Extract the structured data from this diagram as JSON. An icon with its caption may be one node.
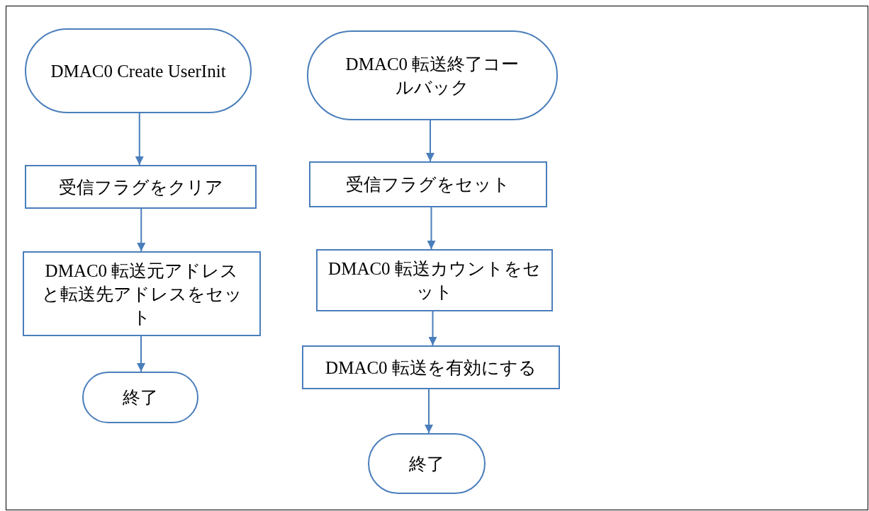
{
  "diagram": {
    "nodes": [
      {
        "text": [
          "DMAC0 Create UserInit"
        ]
      },
      {
        "text": [
          "受信フラグをクリア"
        ]
      },
      {
        "text": [
          "DMAC0 転送元アドレスと転送先アドレスをセット"
        ]
      },
      {
        "text": [
          "終了"
        ]
      },
      {
        "text": [
          "DMAC0 転送終了コールバック"
        ]
      },
      {
        "text": [
          "受信フラグをセット"
        ]
      },
      {
        "text": [
          "DMAC0 転送カウントをセット"
        ]
      },
      {
        "text": [
          "DMAC0 転送を有効にする"
        ]
      },
      {
        "text": [
          "終了"
        ]
      }
    ],
    "edges": [
      {
        "from": 0,
        "to": 1,
        "arrow": "to"
      },
      {
        "from": 1,
        "to": 2,
        "arrow": "to"
      },
      {
        "from": 2,
        "to": 3,
        "arrow": "to"
      },
      {
        "from": 4,
        "to": 5,
        "arrow": "to"
      },
      {
        "from": 5,
        "to": 6,
        "arrow": "to"
      },
      {
        "from": 6,
        "to": 7,
        "arrow": "to"
      },
      {
        "from": 7,
        "to": 8,
        "arrow": "to"
      }
    ]
  }
}
